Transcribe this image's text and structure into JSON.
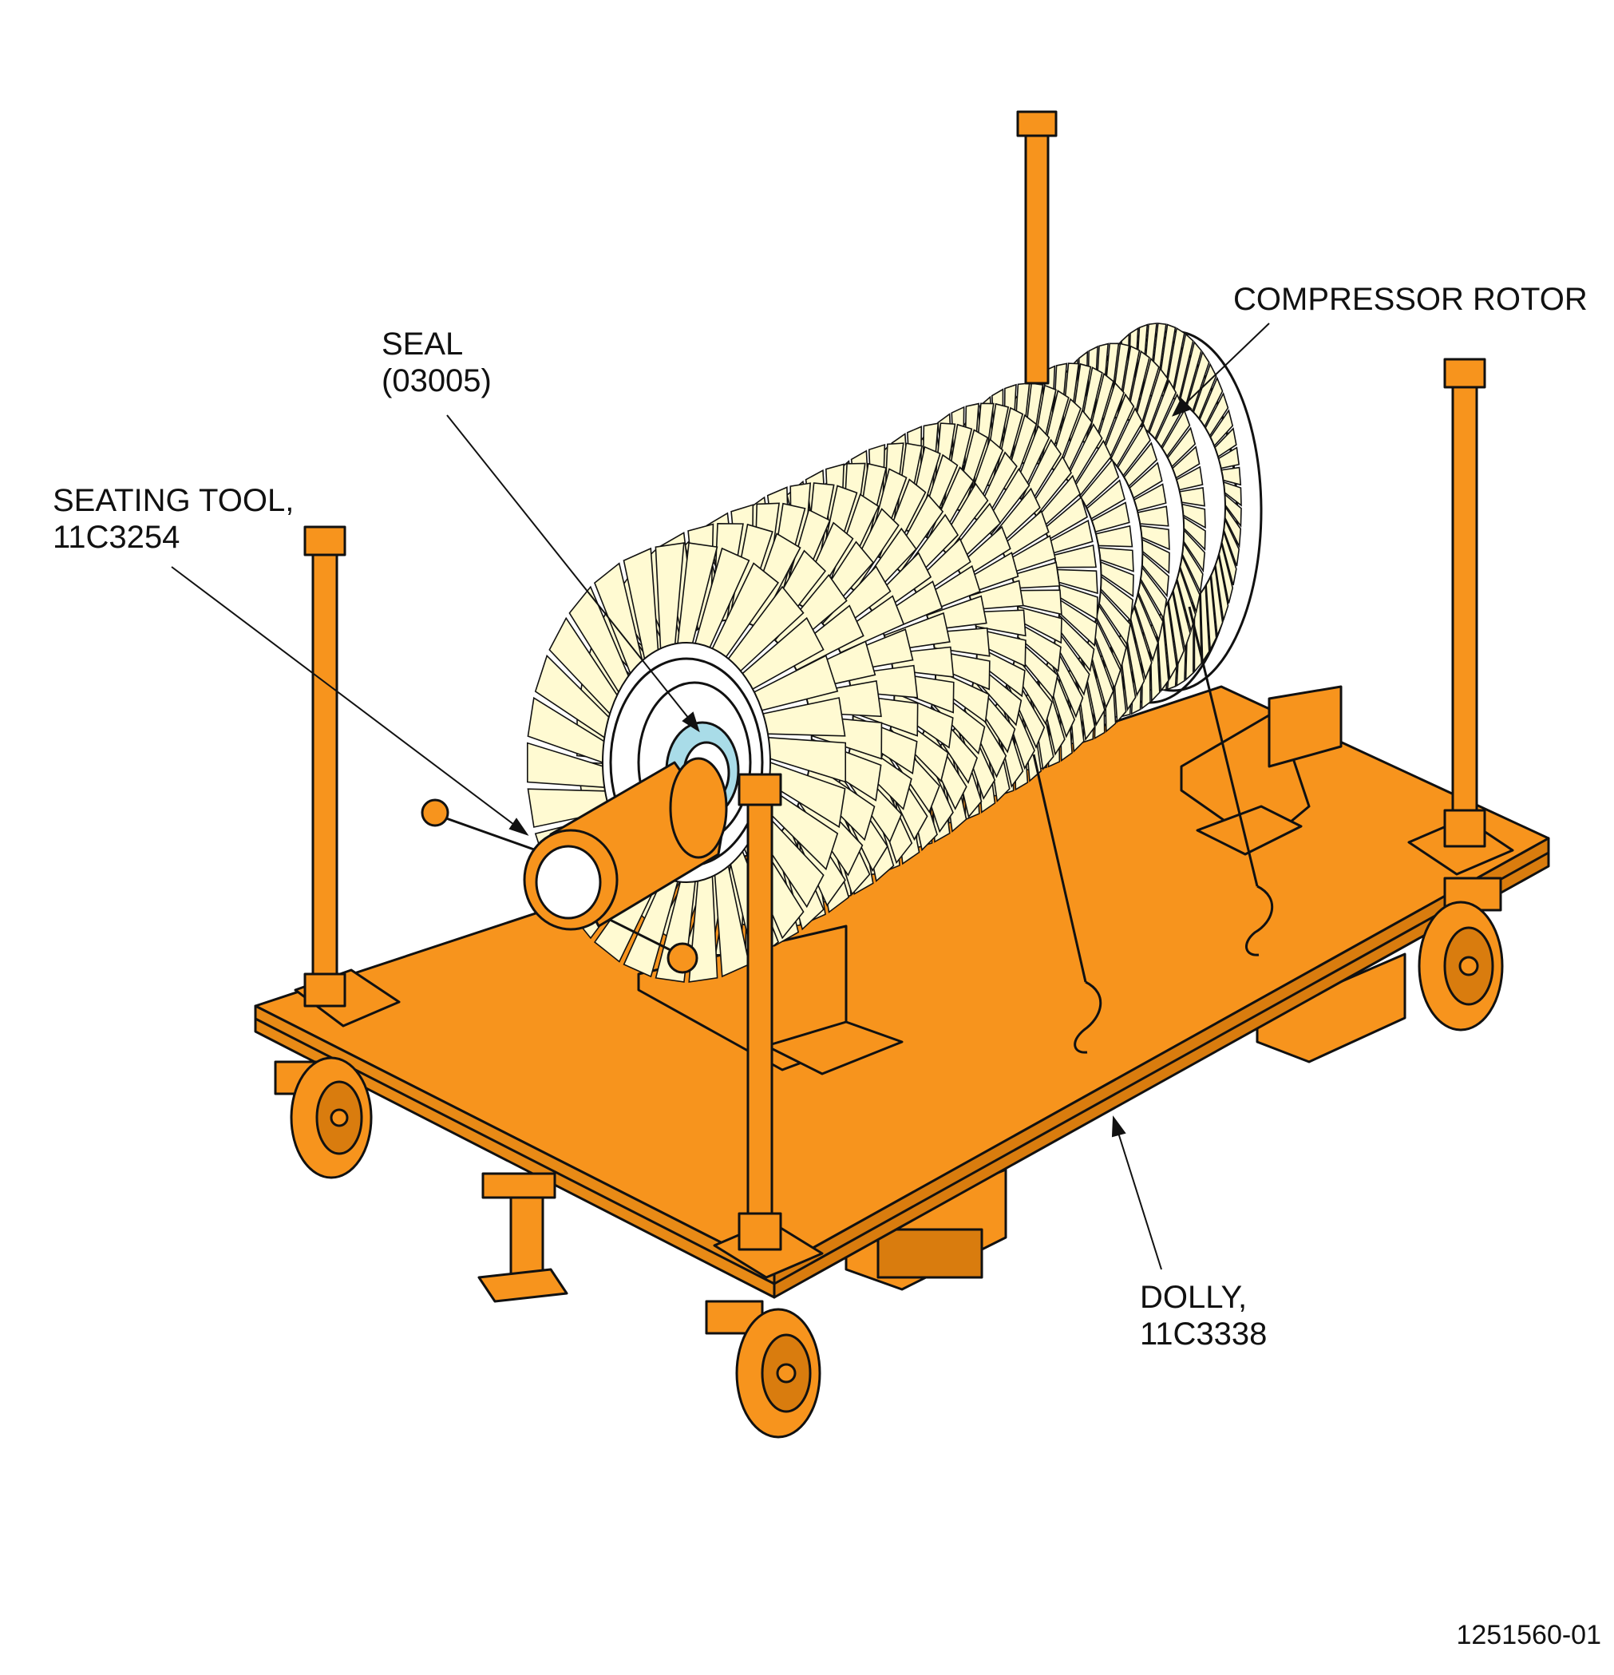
{
  "labels": {
    "compressor_rotor": [
      "COMPRESSOR ROTOR"
    ],
    "seal": [
      "SEAL",
      "(03005)"
    ],
    "seating_tool": [
      "SEATING TOOL,",
      "11C3254"
    ],
    "dolly": [
      "DOLLY,",
      "11C3338"
    ]
  },
  "figure_number": "1251560-01",
  "colors": {
    "dolly": "#F7941D",
    "dolly_shadow": "#D97C0E",
    "blade": "#FFFAD2",
    "seal": "#A9DCE8",
    "ink": "#111111"
  }
}
